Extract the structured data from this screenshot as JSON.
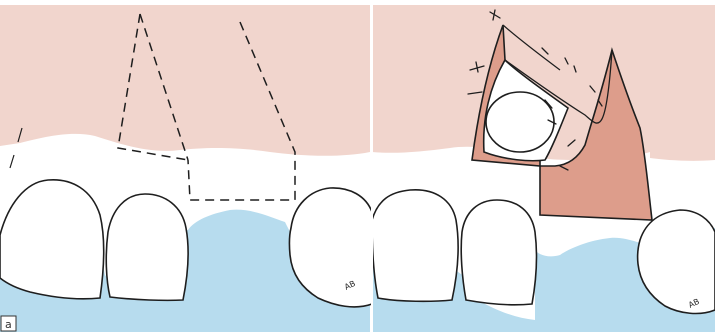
{
  "figure": {
    "panel_label": "a",
    "initials_left": "AB",
    "initials_right": "AB",
    "colors": {
      "gingiva": "#f1d5cd",
      "flap": "#dd9d8b",
      "ridge": "#b7dcee",
      "tooth": "#ffffff",
      "line": "#1e1e1e",
      "background": "#ffffff"
    }
  }
}
